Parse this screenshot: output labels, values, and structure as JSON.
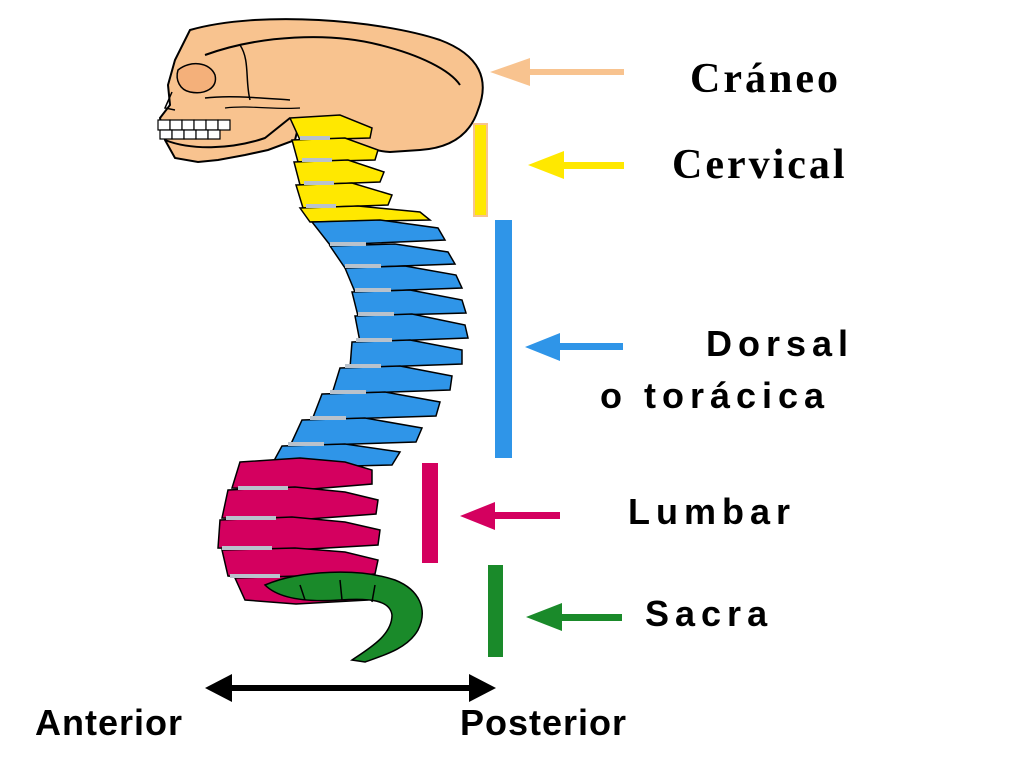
{
  "labels": {
    "craneo": "Cráneo",
    "cervical": "Cervical",
    "dorsal_line1": "Dorsal",
    "dorsal_line2": "o torácica",
    "lumbar": "Lumbar",
    "sacra": "Sacra"
  },
  "axis": {
    "anterior": "Anterior",
    "posterior": "Posterior"
  },
  "colors": {
    "skull": "#f8c38f",
    "cervical": "#ffe800",
    "dorsal": "#2f95e8",
    "lumbar": "#d4005f",
    "sacra": "#1a8a2a",
    "arrow_black": "#000000",
    "disc": "#b9c2cc"
  }
}
